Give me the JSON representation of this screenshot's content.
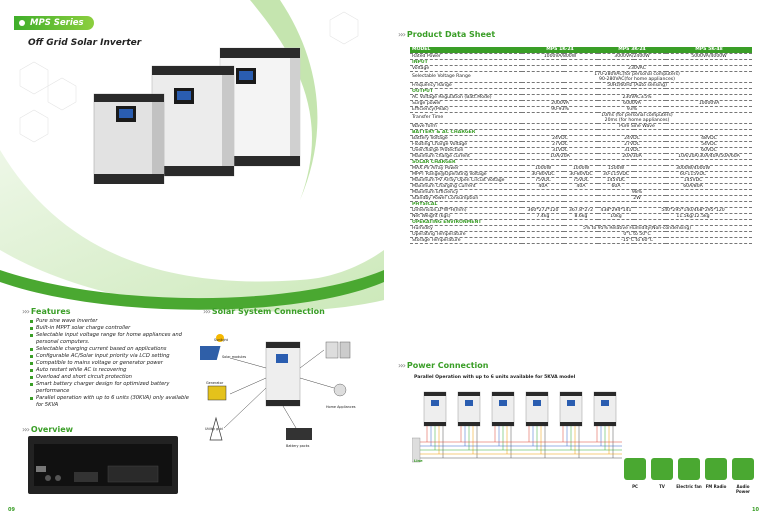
{
  "left": {
    "series": "MPS Series",
    "product_title": "Off Grid Solar Inverter",
    "features_title": "Features",
    "features": [
      "Pure sine wave inverter",
      "Built-in MPPT solar charge controller",
      "Selectable input voltage range for home appliances and personal computers.",
      "Selectable charging current based on applications",
      "Configurable AC/Solar input priority via LCD setting",
      "Compatible to mains voltage or generator power",
      "Auto restart while AC is recovering",
      "Overload and short circuit protection",
      "Smart battery charger design for optimized battery performance",
      "Parallel operation with up to 6 units (30KVA) only available for 5KVA"
    ],
    "system_title": "Solar System Connection",
    "system_labels": {
      "sunlight": "Sunlight",
      "solar": "Solar modules",
      "generator": "Generator",
      "utility": "Utility grid",
      "battery": "Battery packs",
      "home": "Home Appliances"
    },
    "overview_title": "Overview",
    "page_number": "09"
  },
  "right": {
    "sheet_title": "Product Data Sheet",
    "header": [
      "MODEL",
      "MPS 1K-24",
      "MPS 3K-24",
      "MPS 5K-48"
    ],
    "rows": [
      {
        "t": "r",
        "c": [
          "Rated Power",
          "1000VA/800W",
          "3000VA/2400W",
          "5000VA/4000W"
        ]
      },
      {
        "t": "s",
        "c": [
          "INPUT"
        ]
      },
      {
        "t": "m",
        "c": [
          "Voltage",
          "230VAC"
        ]
      },
      {
        "t": "m2",
        "c": [
          "Selectable Voltage Range",
          "170-280VAC(for personal computers)",
          "90-280VAC(for home appliances)"
        ]
      },
      {
        "t": "m",
        "c": [
          "Frequency Range",
          "50Hz/60Hz (Auto sensing)"
        ]
      },
      {
        "t": "s",
        "c": [
          "OUTPUT"
        ]
      },
      {
        "t": "m",
        "c": [
          "AC Voltage Regulation (Batt.Mode)",
          "230VAC±5%"
        ]
      },
      {
        "t": "r",
        "c": [
          "Surge power",
          "2000VA",
          "6000VA",
          "10000VA"
        ]
      },
      {
        "t": "r",
        "c": [
          "Efficiency(Peak)",
          "90-93%",
          "93%",
          ""
        ]
      },
      {
        "t": "m2",
        "c": [
          "Transfer Time",
          "10ms (for personal computers)",
          "20ms (for home appliances)"
        ]
      },
      {
        "t": "m",
        "c": [
          "Wave form",
          "Pure Sine Wave"
        ]
      },
      {
        "t": "s",
        "c": [
          "BATTERY & AC CHARGER"
        ]
      },
      {
        "t": "r",
        "c": [
          "Battery Voltage",
          "24VDC",
          "24VDC",
          "48VDC"
        ]
      },
      {
        "t": "r",
        "c": [
          "Floating Charge Voltage",
          "27VDC",
          "27VDC",
          "54VDC"
        ]
      },
      {
        "t": "r",
        "c": [
          "Overcharge Protection",
          "31VDC",
          "31VDC",
          "60VDC"
        ]
      },
      {
        "t": "r",
        "c": [
          "Maximum charge current",
          "10A/20A",
          "20A/30A",
          "10A/20A/30A/40A/50A/60A"
        ]
      },
      {
        "t": "s",
        "c": [
          "SOLAR CHARGER"
        ]
      },
      {
        "t": "r5",
        "c": [
          "MAX.PV Array Power",
          "1000W",
          "1000W",
          "1500W",
          "3000W/4000W"
        ]
      },
      {
        "t": "r5",
        "c": [
          "MPPT Range@Operating Voltage",
          "30-80VDC",
          "30-80VDC",
          "30-115VDC",
          "60-115VDC"
        ]
      },
      {
        "t": "r5",
        "c": [
          "Maximum PV Array Open Circuit Voltage",
          "75VDC",
          "75VDC",
          "145VDC",
          "145VDC"
        ]
      },
      {
        "t": "r5",
        "c": [
          "Maximum Charging Current",
          "40A",
          "40A",
          "60A",
          "60A/80A"
        ]
      },
      {
        "t": "m",
        "c": [
          "Maximum Efficiency",
          "98%"
        ]
      },
      {
        "t": "m",
        "c": [
          "Standby Power Consumption",
          "2W"
        ]
      },
      {
        "t": "s",
        "c": [
          "PHYSICAL"
        ]
      },
      {
        "t": "r5",
        "c": [
          "Dimension,D*W*H(mm)",
          "360*272*120",
          "367.8*272",
          "438*294*141",
          "540*295*140/468*295*120"
        ]
      },
      {
        "t": "r5",
        "c": [
          "Net Weight (kgs)",
          "7.4kg",
          "8.6kg",
          "10kg",
          "11.5kg/12.5kg"
        ]
      },
      {
        "t": "s",
        "c": [
          "OPERATING ENVIRONMENT"
        ]
      },
      {
        "t": "m",
        "c": [
          "Humidity",
          "5% to 95% Relative Humidity(Non-condensing)"
        ]
      },
      {
        "t": "m",
        "c": [
          "Operating Temperature",
          "0°C to 50°C"
        ]
      },
      {
        "t": "m",
        "c": [
          "Storage Temperature",
          "-15°C to 60°C"
        ]
      }
    ],
    "power_title": "Power Connection",
    "power_sub": "Parallel Operation with up to 6 units available for 5KVA model",
    "line_label": "Line",
    "appliances": [
      "PC",
      "TV",
      "Electric fan",
      "FM Radio",
      "Audio Power"
    ],
    "page_number": "10"
  },
  "colors": {
    "accent": "#3a9e27",
    "header_bg": "#3a9e27"
  }
}
